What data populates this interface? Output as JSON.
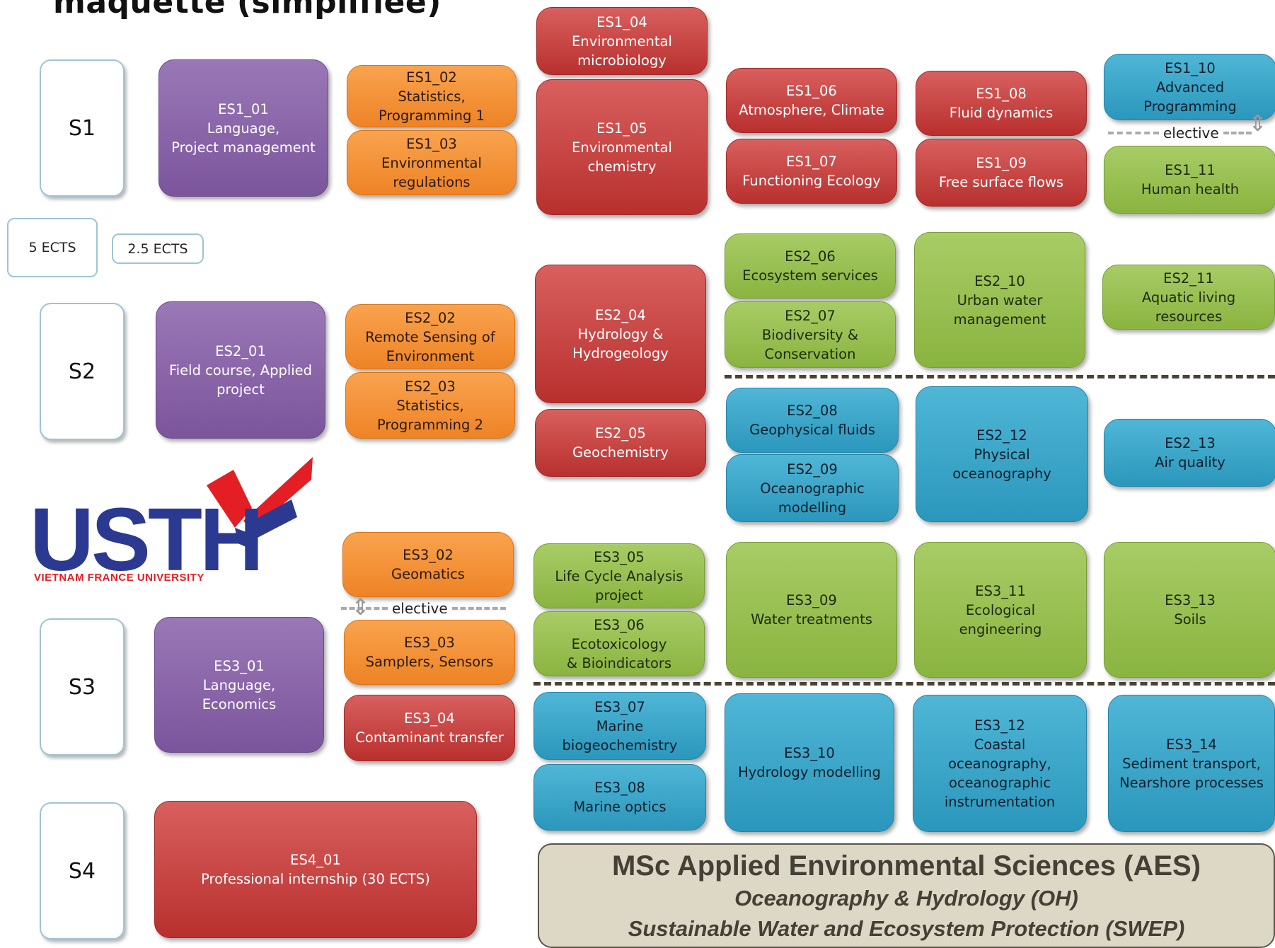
{
  "title": "maquette (simplifiée)",
  "semesters": [
    "S1",
    "S2",
    "S3",
    "S4"
  ],
  "legend": [
    "5 ECTS",
    "2.5 ECTS"
  ],
  "elective_label": "elective",
  "logo": {
    "name": "USTH",
    "subtitle": "VIETNAM FRANCE UNIVERSITY"
  },
  "footer": {
    "heading": "MSc Applied Environmental Sciences (AES)",
    "track1": "Oceanography & Hydrology (OH)",
    "track2": "Sustainable Water and Ecosystem Protection (SWEP)"
  },
  "colors": {
    "purple": "#8a66aa",
    "orange": "#f39436",
    "red": "#c8403e",
    "green": "#9ac254",
    "blue": "#3aa8ca"
  },
  "courses": [
    {
      "code": "ES1_01",
      "name": "Language,|Project management",
      "color": "purple"
    },
    {
      "code": "ES1_02",
      "name": "Statistics,|Programming 1",
      "color": "orange"
    },
    {
      "code": "ES1_03",
      "name": "Environmental|regulations",
      "color": "orange"
    },
    {
      "code": "ES1_04",
      "name": "Environmental|microbiology",
      "color": "red"
    },
    {
      "code": "ES1_05",
      "name": "Environmental|chemistry",
      "color": "red"
    },
    {
      "code": "ES1_06",
      "name": "Atmosphere, Climate",
      "color": "red"
    },
    {
      "code": "ES1_07",
      "name": "Functioning Ecology",
      "color": "red"
    },
    {
      "code": "ES1_08",
      "name": "Fluid dynamics",
      "color": "red"
    },
    {
      "code": "ES1_09",
      "name": "Free surface flows",
      "color": "red"
    },
    {
      "code": "ES1_10",
      "name": "Advanced|Programming",
      "color": "blue"
    },
    {
      "code": "ES1_11",
      "name": "Human health",
      "color": "green"
    },
    {
      "code": "ES2_01",
      "name": "Field course, Applied|project",
      "color": "purple"
    },
    {
      "code": "ES2_02",
      "name": "Remote Sensing of|Environment",
      "color": "orange"
    },
    {
      "code": "ES2_03",
      "name": "Statistics,|Programming 2",
      "color": "orange"
    },
    {
      "code": "ES2_04",
      "name": "Hydrology &|Hydrogeology",
      "color": "red"
    },
    {
      "code": "ES2_05",
      "name": "Geochemistry",
      "color": "red"
    },
    {
      "code": "ES2_06",
      "name": "Ecosystem services",
      "color": "green"
    },
    {
      "code": "ES2_07",
      "name": "Biodiversity &|Conservation",
      "color": "green"
    },
    {
      "code": "ES2_08",
      "name": "Geophysical fluids",
      "color": "blue"
    },
    {
      "code": "ES2_09",
      "name": "Oceanographic|modelling",
      "color": "blue"
    },
    {
      "code": "ES2_10",
      "name": "Urban water|management",
      "color": "green"
    },
    {
      "code": "ES2_11",
      "name": "Aquatic living|resources",
      "color": "green"
    },
    {
      "code": "ES2_12",
      "name": "Physical|oceanography",
      "color": "blue"
    },
    {
      "code": "ES2_13",
      "name": "Air quality",
      "color": "blue"
    },
    {
      "code": "ES3_01",
      "name": "Language,|Economics",
      "color": "purple"
    },
    {
      "code": "ES3_02",
      "name": "Geomatics",
      "color": "orange"
    },
    {
      "code": "ES3_03",
      "name": "Samplers, Sensors",
      "color": "orange"
    },
    {
      "code": "ES3_04",
      "name": "Contaminant transfer",
      "color": "red"
    },
    {
      "code": "ES3_05",
      "name": "Life Cycle Analysis|project",
      "color": "green"
    },
    {
      "code": "ES3_06",
      "name": "Ecotoxicology|& Bioindicators",
      "color": "green"
    },
    {
      "code": "ES3_07",
      "name": "Marine|biogeochemistry",
      "color": "blue"
    },
    {
      "code": "ES3_08",
      "name": "Marine optics",
      "color": "blue"
    },
    {
      "code": "ES3_09",
      "name": "Water treatments",
      "color": "green"
    },
    {
      "code": "ES3_10",
      "name": "Hydrology modelling",
      "color": "blue"
    },
    {
      "code": "ES3_11",
      "name": "Ecological|engineering",
      "color": "green"
    },
    {
      "code": "ES3_12",
      "name": "Coastal|oceanography,|oceanographic|instrumentation",
      "color": "blue"
    },
    {
      "code": "ES3_13",
      "name": "Soils",
      "color": "green"
    },
    {
      "code": "ES3_14",
      "name": "Sediment transport,|Nearshore processes",
      "color": "blue"
    },
    {
      "code": "ES4_01",
      "name": "Professional internship (30 ECTS)",
      "color": "red"
    }
  ]
}
